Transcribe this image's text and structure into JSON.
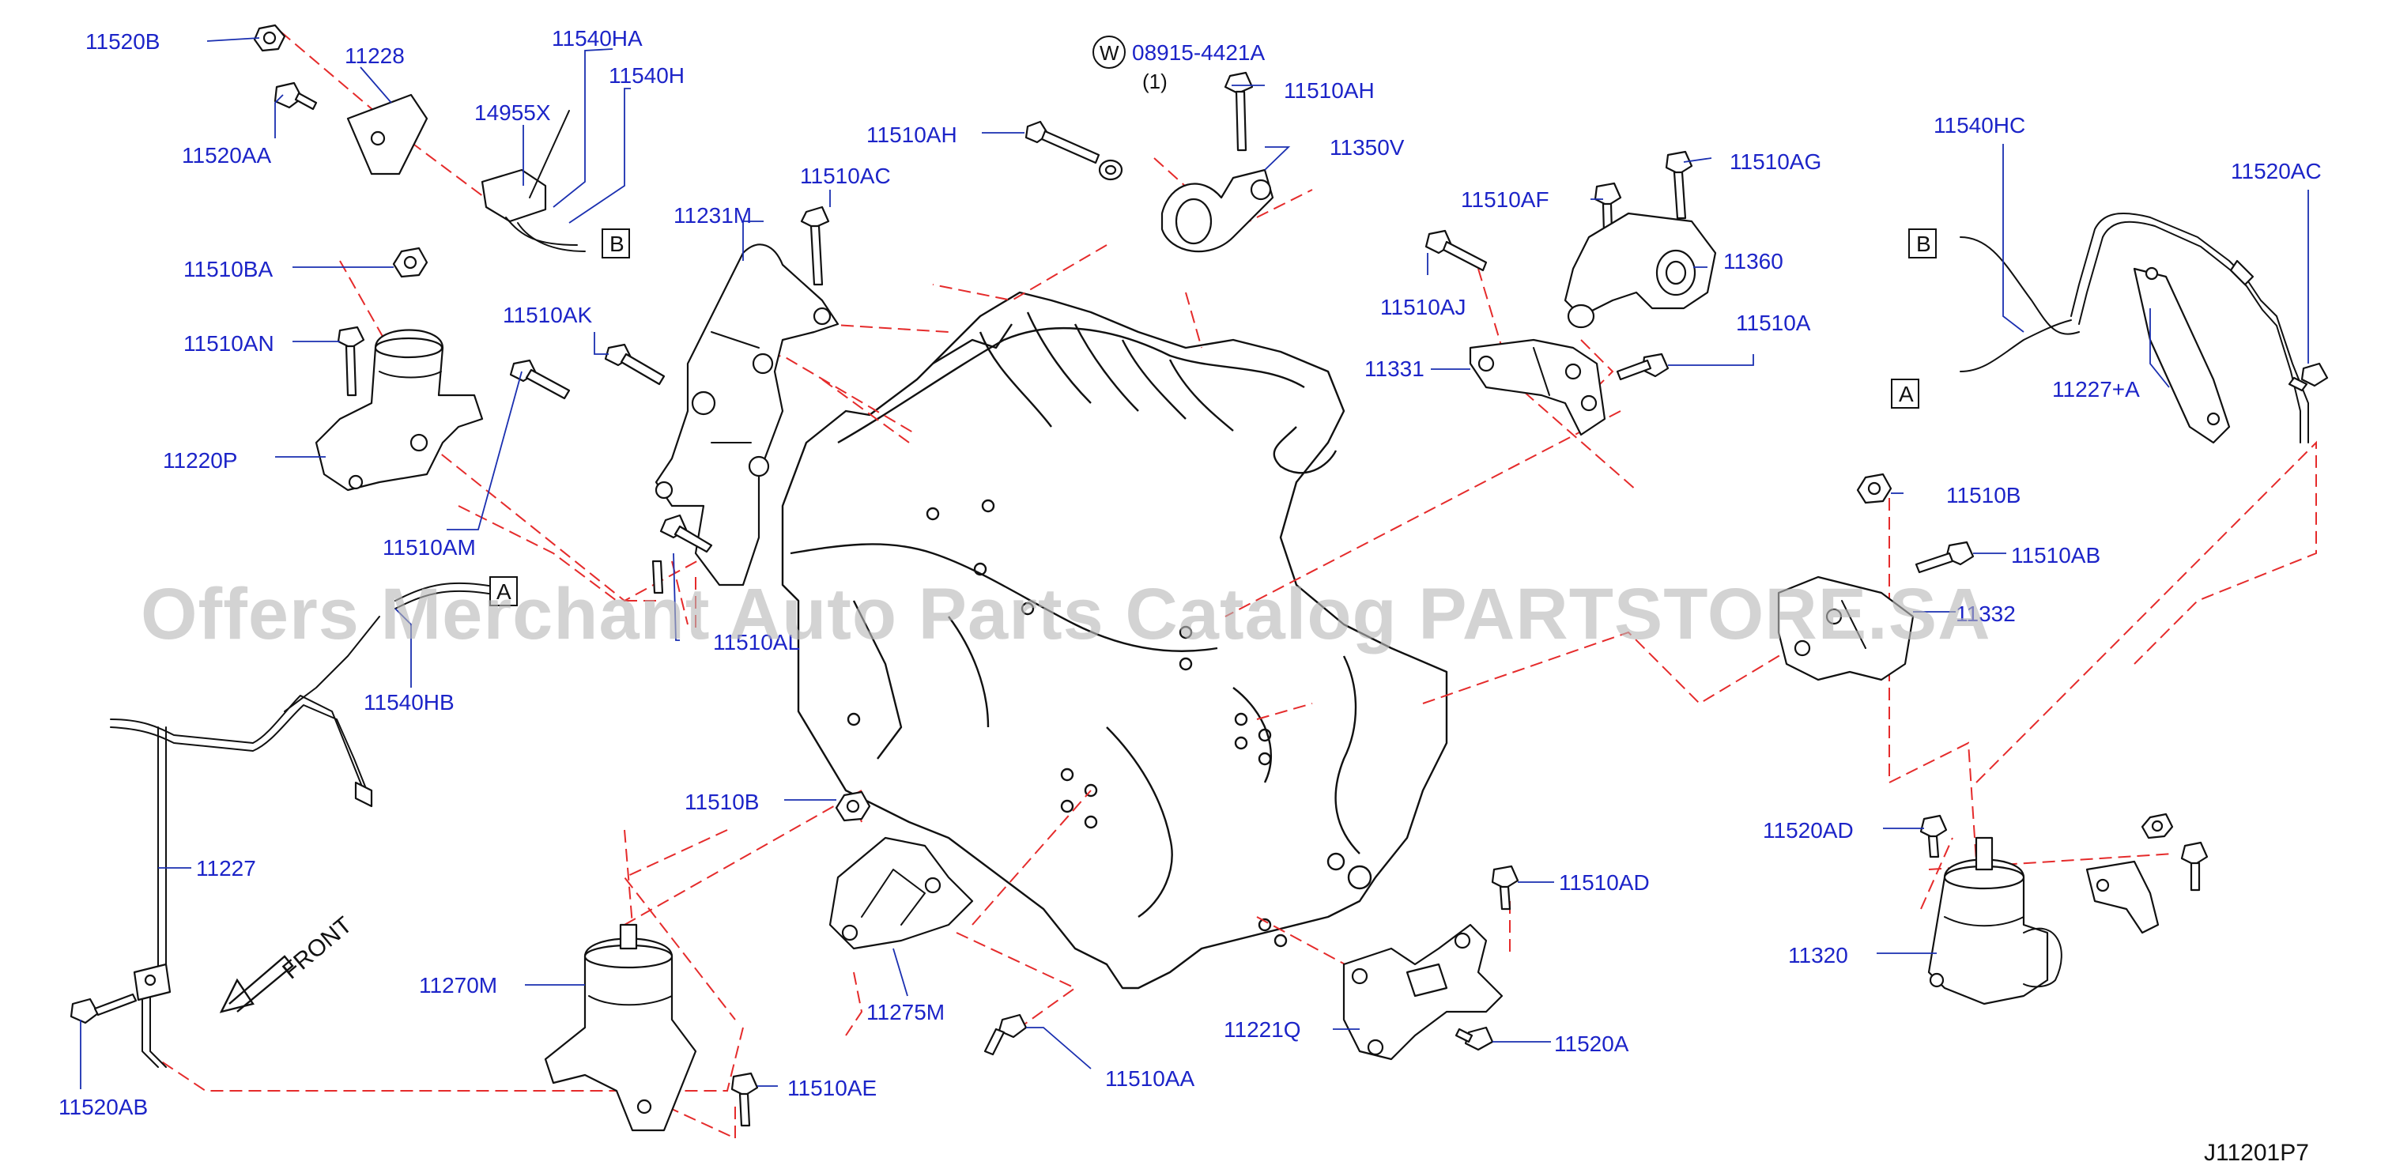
{
  "labels": {
    "p11520B": "11520B",
    "p11228": "11228",
    "p11540HA": "11540HA",
    "p11540H": "11540H",
    "p14955X": "14955X",
    "p11520AA": "11520AA",
    "p08915": "08915-4421A",
    "p08915qty": "(1)",
    "p11510AH_top": "11510AH",
    "p11510AH_left": "11510AH",
    "p11350V": "11350V",
    "p11510AC": "11510AC",
    "p11231M": "11231M",
    "p11510BA": "11510BA",
    "p11510AN": "11510AN",
    "p11510AK": "11510AK",
    "p11220P": "11220P",
    "p11510AM": "11510AM",
    "p11510AL": "11510AL",
    "p11540HB": "11540HB",
    "p11510AF": "11510AF",
    "p11510AG": "11510AG",
    "p11360": "11360",
    "p11510AJ": "11510AJ",
    "p11510A": "11510A",
    "p11331": "11331",
    "p11540HC": "11540HC",
    "p11520AC": "11520AC",
    "p11227A": "11227+A",
    "p11510B_r": "11510B",
    "p11510AB": "11510AB",
    "p11332": "11332",
    "p11227": "11227",
    "p11510B_m": "11510B",
    "p11270M": "11270M",
    "p11275M": "11275M",
    "p11510AD": "11510AD",
    "p11221Q": "11221Q",
    "p11520A": "11520A",
    "p11510AA": "11510AA",
    "p11510AE": "11510AE",
    "p11520AB": "11520AB",
    "p11520AD": "11520AD",
    "p11320": "11320"
  },
  "callouts": {
    "b_upper": "B",
    "b_right": "B",
    "a_right": "A",
    "a_left": "A",
    "washer": "W"
  },
  "front_label": "FRONT",
  "diagram_id": "J11201P7",
  "watermark": "Offers Merchant Auto Parts Catalog PARTSTORE.SA",
  "colors": {
    "label": "#1c24c8",
    "dash": "#e52b2b",
    "line": "#111111",
    "watermark": "#b9b9b9"
  }
}
